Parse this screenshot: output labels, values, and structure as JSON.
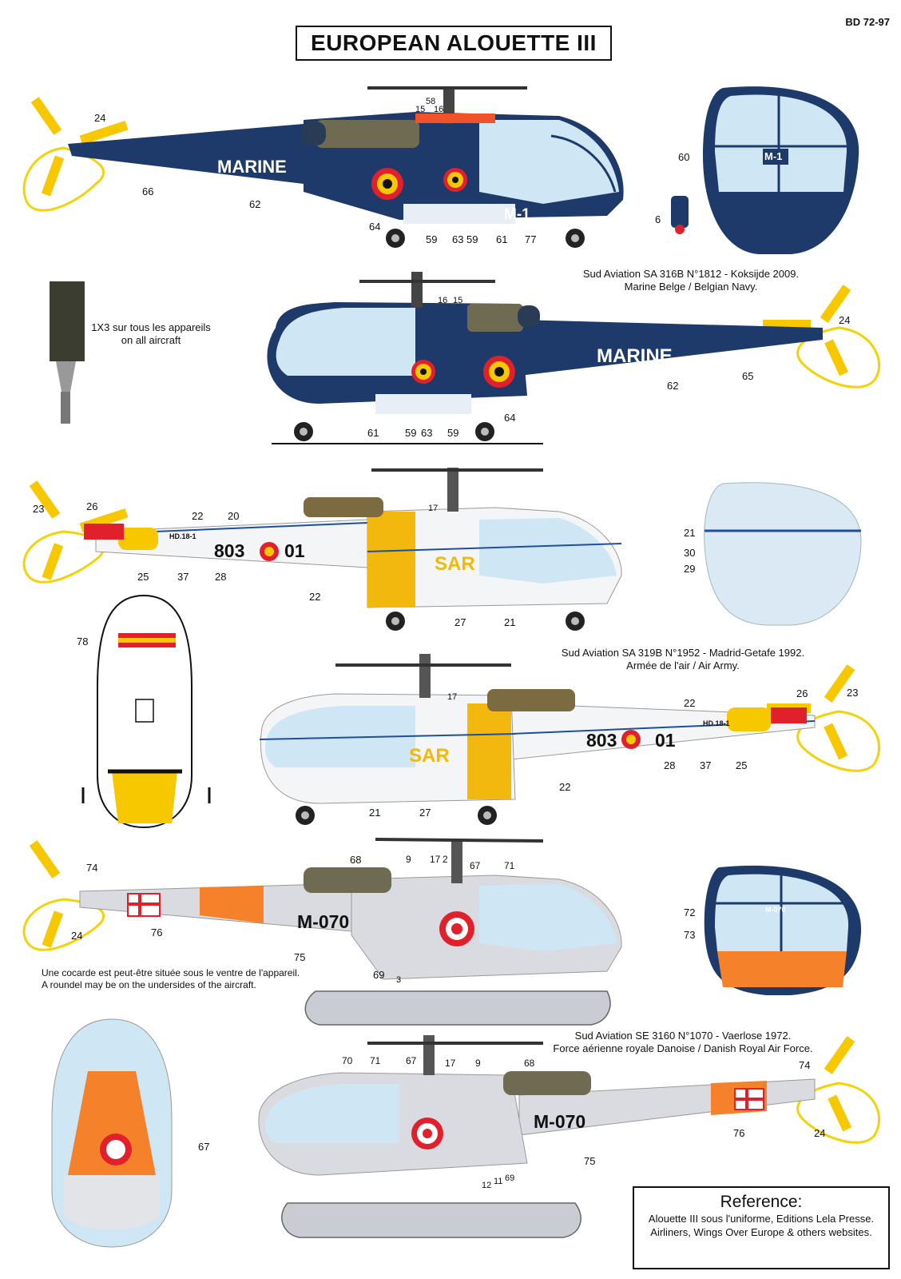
{
  "header": {
    "code": "BD 72-97",
    "title": "EUROPEAN ALOUETTE III"
  },
  "colors": {
    "navy": "#1d3a6b",
    "sky": "#cfe6f5",
    "yellow": "#f7c800",
    "red": "#e03a24",
    "orange": "#f5822a",
    "grey": "#d9dbe0"
  },
  "aircraft": [
    {
      "caption_line1": "Sud Aviation SA 316B N°1812 - Koksijde 2009.",
      "caption_line2": "Marine Belge / Belgian Navy.",
      "tail_text": "MARINE",
      "code": "M-1"
    },
    {
      "caption_line1": "Sud Aviation SA 319B N°1952 - Madrid-Getafe 1992.",
      "caption_line2": "Armée de l'air  / Air Army.",
      "serial_left": "803",
      "serial_right": "01",
      "sar": "SAR",
      "tag": "HD.18-1"
    },
    {
      "caption_line1": "Sud Aviation SE 3160 N°1070 - Vaerlose 1972.",
      "caption_line2": "Force aérienne royale Danoise / Danish Royal Air Force.",
      "code": "M-070"
    }
  ],
  "notes": {
    "rotor_note_line1": "1X3 sur tous les appareils",
    "rotor_note_line2": "on all aircraft",
    "roundel_note_line1": "Une cocarde est peut-être située sous le ventre de l'appareil.",
    "roundel_note_line2": "A roundel may be on the undersides of the aircraft.",
    "canopy_tag_navy": "M-1",
    "canopy_tag_dk": "M-070"
  },
  "callouts": {
    "n1": [
      "24",
      "66",
      "62",
      "58",
      "15",
      "16",
      "64",
      "59",
      "63",
      "59",
      "61",
      "77",
      "60",
      "6"
    ],
    "n2": [
      "16",
      "15",
      "24",
      "62",
      "65",
      "64",
      "61",
      "59",
      "63",
      "59"
    ],
    "n3": [
      "23",
      "26",
      "22",
      "20",
      "25",
      "37",
      "28",
      "22",
      "17",
      "27",
      "21",
      "21",
      "30",
      "29",
      "78"
    ],
    "n4": [
      "17",
      "22",
      "26",
      "23",
      "28",
      "37",
      "25",
      "22",
      "21",
      "27"
    ],
    "n5": [
      "74",
      "76",
      "68",
      "9",
      "17",
      "2",
      "67",
      "71",
      "75",
      "69",
      "3",
      "72",
      "73",
      "24"
    ],
    "n6": [
      "70",
      "71",
      "67",
      "17",
      "9",
      "68",
      "74",
      "76",
      "24",
      "75",
      "69",
      "12",
      "11",
      "67"
    ]
  },
  "reference": {
    "title": "Reference:",
    "line1": "Alouette III sous l'uniforme, Editions Lela Presse.",
    "line2": "Airliners, Wings Over Europe & others websites."
  }
}
